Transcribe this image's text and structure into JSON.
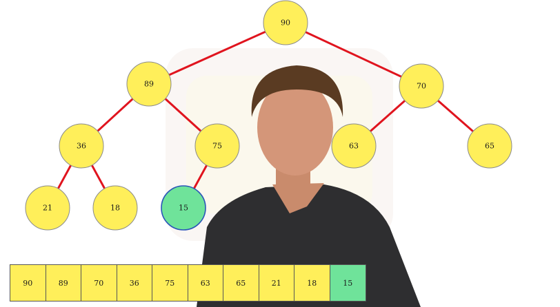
{
  "colors": {
    "node_fill": "#ffef5a",
    "node_stroke": "#8a8a8a",
    "highlight_fill": "#6fe39a",
    "highlight_stroke": "#2a55b8",
    "edge": "#e0141e"
  },
  "heap": {
    "nodes": [
      {
        "id": 0,
        "value": "90",
        "highlight": false
      },
      {
        "id": 1,
        "value": "89",
        "highlight": false
      },
      {
        "id": 2,
        "value": "70",
        "highlight": false
      },
      {
        "id": 3,
        "value": "36",
        "highlight": false
      },
      {
        "id": 4,
        "value": "75",
        "highlight": false
      },
      {
        "id": 5,
        "value": "63",
        "highlight": false
      },
      {
        "id": 6,
        "value": "65",
        "highlight": false
      },
      {
        "id": 7,
        "value": "21",
        "highlight": false
      },
      {
        "id": 8,
        "value": "18",
        "highlight": false
      },
      {
        "id": 9,
        "value": "15",
        "highlight": true
      }
    ],
    "edges": [
      [
        0,
        1
      ],
      [
        0,
        2
      ],
      [
        1,
        3
      ],
      [
        1,
        4
      ],
      [
        2,
        5
      ],
      [
        2,
        6
      ],
      [
        3,
        7
      ],
      [
        3,
        8
      ],
      [
        4,
        9
      ]
    ]
  },
  "array": {
    "cells": [
      {
        "value": "90",
        "highlight": false
      },
      {
        "value": "89",
        "highlight": false
      },
      {
        "value": "70",
        "highlight": false
      },
      {
        "value": "36",
        "highlight": false
      },
      {
        "value": "75",
        "highlight": false
      },
      {
        "value": "63",
        "highlight": false
      },
      {
        "value": "65",
        "highlight": false
      },
      {
        "value": "21",
        "highlight": false
      },
      {
        "value": "18",
        "highlight": false
      },
      {
        "value": "15",
        "highlight": true
      }
    ]
  }
}
